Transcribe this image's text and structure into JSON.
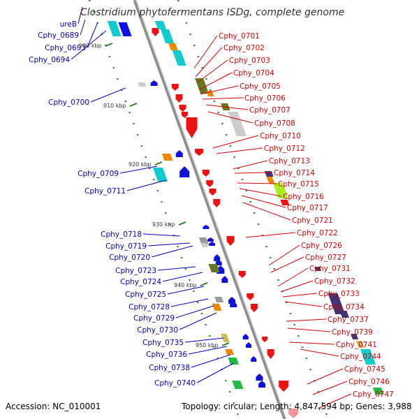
{
  "title": "Clostridium phytofermentans ISDg, complete genome",
  "footer": {
    "accession": "Accession: NC_010001",
    "summary": "Topology: circular; Length: 4,847,594 bp; Genes: 3,988"
  },
  "colors": {
    "forward_label": "#dd0000",
    "reverse_label": "#0000cc",
    "backbone": "#8a8a8a",
    "tick": "#2d7d2d"
  },
  "ticks": [
    "900 kbp",
    "910 kbp",
    "920 kbp",
    "930 kbp",
    "940 kbp",
    "950 kbp"
  ],
  "left_labels": [
    "ureB",
    "Cphy_0689",
    "Cphy_0693",
    "Cphy_0694",
    "Cphy_0700",
    "Cphy_0709",
    "Cphy_0711",
    "Cphy_0718",
    "Cphy_0719",
    "Cphy_0720",
    "Cphy_0723",
    "Cphy_0724",
    "Cphy_0725",
    "Cphy_0728",
    "Cphy_0729",
    "Cphy_0730",
    "Cphy_0735",
    "Cphy_0736",
    "Cphy_0738",
    "Cphy_0740"
  ],
  "right_labels": [
    "Cphy_0701",
    "Cphy_0702",
    "Cphy_0703",
    "Cphy_0704",
    "Cphy_0705",
    "Cphy_0706",
    "Cphy_0707",
    "Cphy_0708",
    "Cphy_0710",
    "Cphy_0712",
    "Cphy_0713",
    "Cphy_0714",
    "Cphy_0715",
    "Cphy_0716",
    "Cphy_0717",
    "Cphy_0721",
    "Cphy_0722",
    "Cphy_0726",
    "Cphy_0727",
    "Cphy_0731",
    "Cphy_0732",
    "Cphy_0733",
    "Cphy_0734",
    "Cphy_0737",
    "Cphy_0739",
    "Cphy_0741",
    "Cphy_0744",
    "Cphy_0745",
    "Cphy_0746",
    "Cphy_0747"
  ]
}
